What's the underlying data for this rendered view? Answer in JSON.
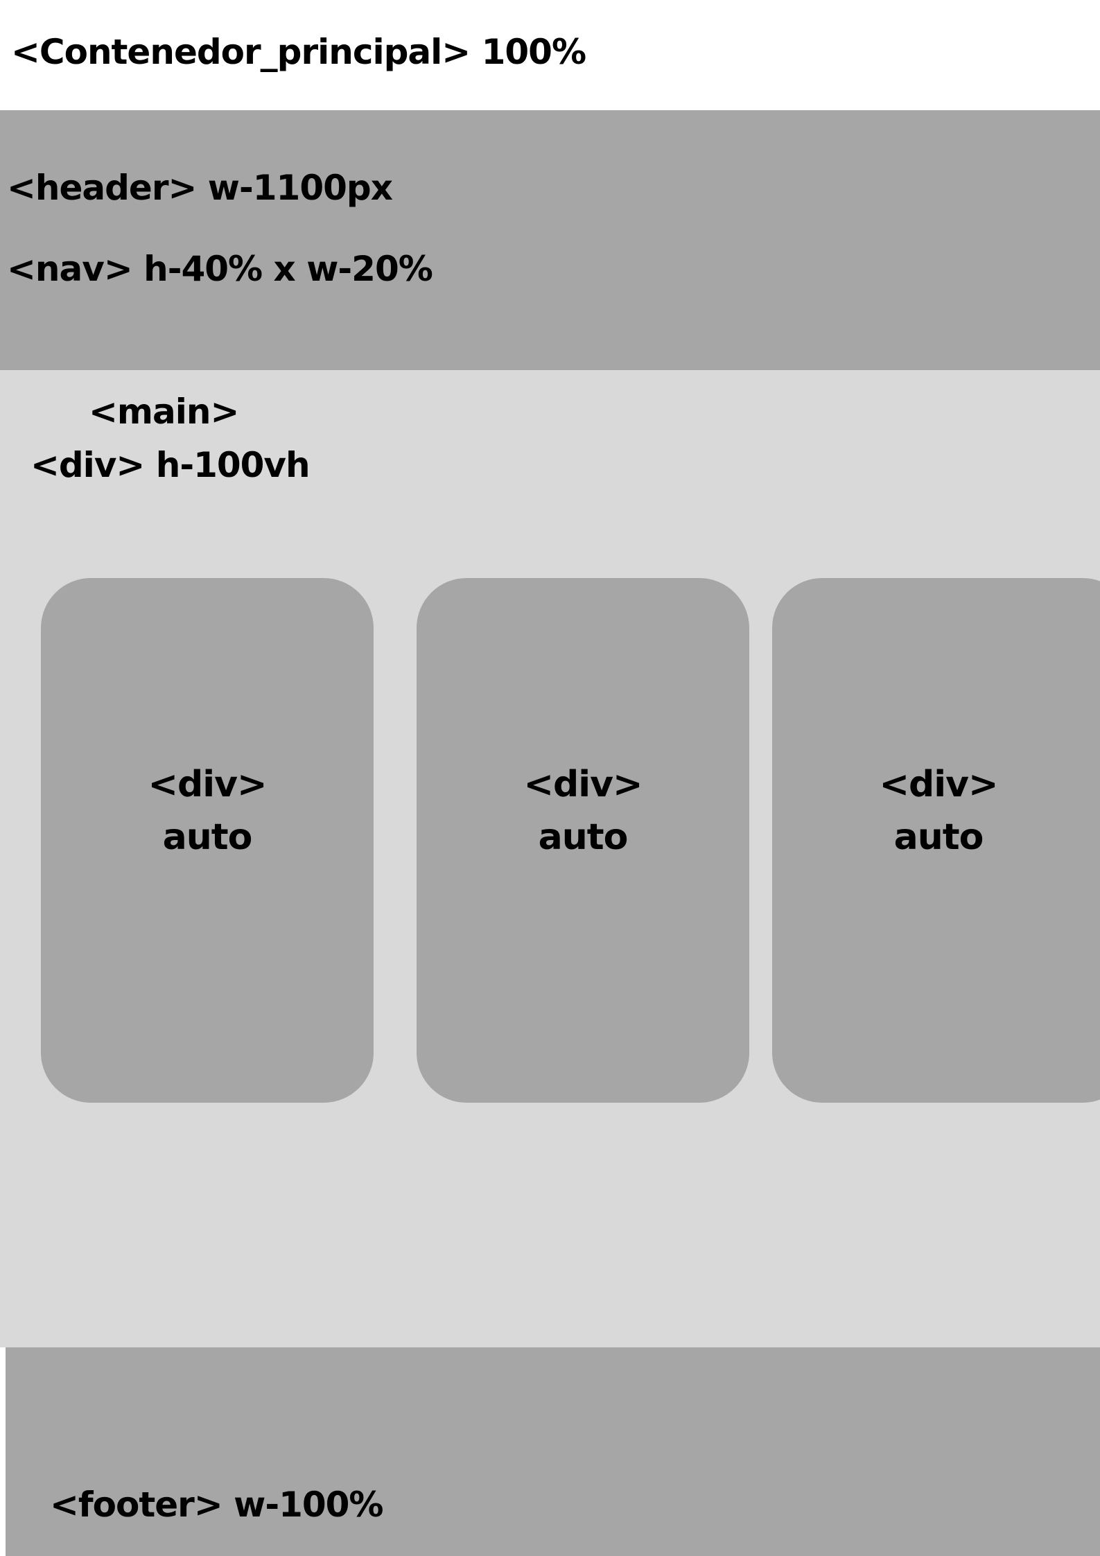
{
  "container": {
    "title": "<Contenedor_principal> 100%"
  },
  "header": {
    "label": "<header> w-1100px",
    "nav_label": "<nav> h-40% x w-20%"
  },
  "main": {
    "label": "<main>",
    "div_label": "<div> h-100vh",
    "cards": [
      {
        "tag": "<div>",
        "size": "auto"
      },
      {
        "tag": "<div>",
        "size": "auto"
      },
      {
        "tag": "<div>",
        "size": "auto"
      }
    ]
  },
  "footer": {
    "label": "<footer> w-100%"
  },
  "colors": {
    "background": "#ffffff",
    "block_dark": "#a6a6a6",
    "block_light": "#d9d9d9",
    "text": "#000000"
  }
}
